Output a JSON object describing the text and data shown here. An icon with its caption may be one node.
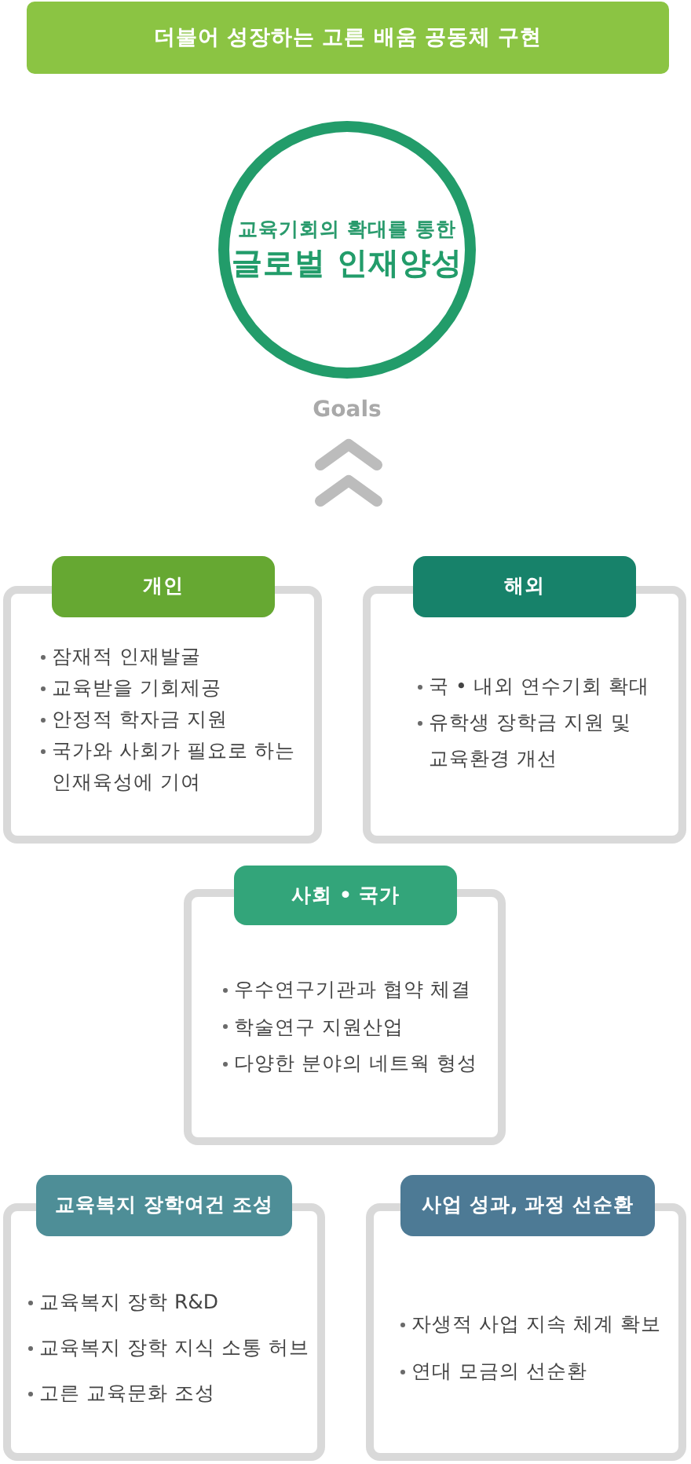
{
  "diagram": {
    "nodes": [
      {
        "text": [
          "더불어 성장하는 고른 배움 공동체 구현"
        ]
      },
      {
        "text": [
          "교육기회의 확대를 통한",
          "글로벌 인재양성"
        ]
      },
      {
        "text": [
          "개인",
          "잠재적 인재발굴",
          "교육받을 기회제공",
          "안정적 학자금 지원",
          "국가와 사회가 필요로 하는 인재육성에 기여"
        ]
      },
      {
        "text": [
          "해외",
          "국 • 내외 연수기회 확대",
          "유학생 장학금 지원 및 교육환경 개선"
        ]
      },
      {
        "text": [
          "사회 • 국가",
          "우수연구기관과 협약 체결",
          "학술연구 지원산업",
          "다양한 분야의 네트웍 형성"
        ]
      },
      {
        "text": [
          "교육복지 장학여건 조성",
          "교육복지 장학 R&D",
          "교육복지 장학 지식 소통 허브",
          "고른 교육문화 조성"
        ]
      },
      {
        "text": [
          "사업 성과, 과정 선순환",
          "자생적 사업 지속 체계 확보",
          "연대 모금의 선순환"
        ]
      }
    ],
    "labels": [
      "Goals"
    ]
  }
}
